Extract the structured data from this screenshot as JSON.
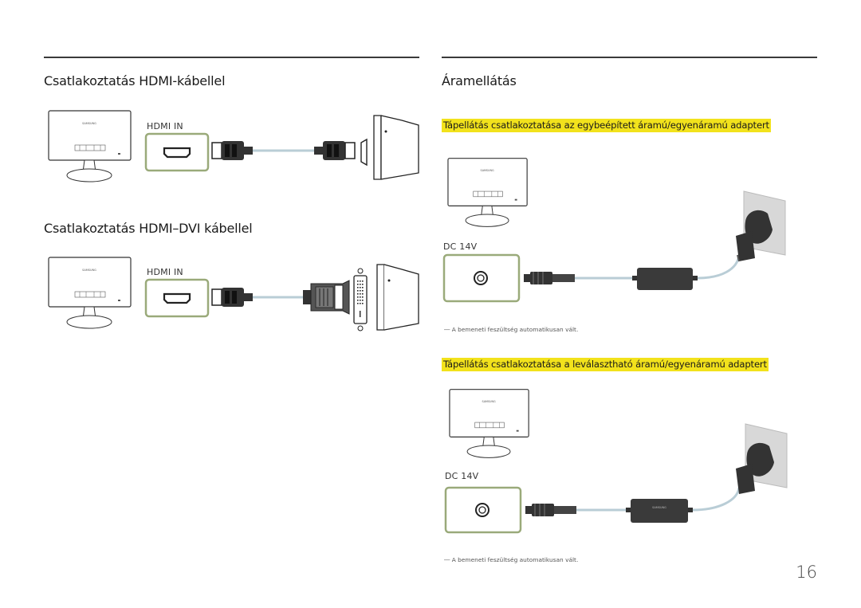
{
  "left": {
    "hdmi_section": {
      "heading": "Csatlakoztatás HDMI-kábellel",
      "port_label": "HDMI IN"
    },
    "hdmi_dvi_section": {
      "heading": "Csatlakoztatás HDMI–DVI kábellel",
      "port_label": "HDMI IN"
    }
  },
  "right": {
    "heading": "Áramellátás",
    "builtin": {
      "highlight": "Tápellátás csatlakoztatása az egybeépített áramú/egyenáramú adaptert",
      "port_label": "DC 14V",
      "note_dash": "―",
      "note": "A bemeneti feszültség automatikusan vált."
    },
    "detachable": {
      "highlight": "Tápellátás csatlakoztatása a leválasztható áramú/egyenáramú adaptert",
      "port_label": "DC 14V",
      "note_dash": "―",
      "note": "A bemeneti feszültség automatikusan vált."
    }
  },
  "monitor_brand": "SAMSUNG",
  "page_number": "16",
  "colors": {
    "highlight": "#f2e21c",
    "port_frame": "#9aaa7a",
    "cable": "#b9cdd6",
    "rule": "#3a3a3a"
  }
}
